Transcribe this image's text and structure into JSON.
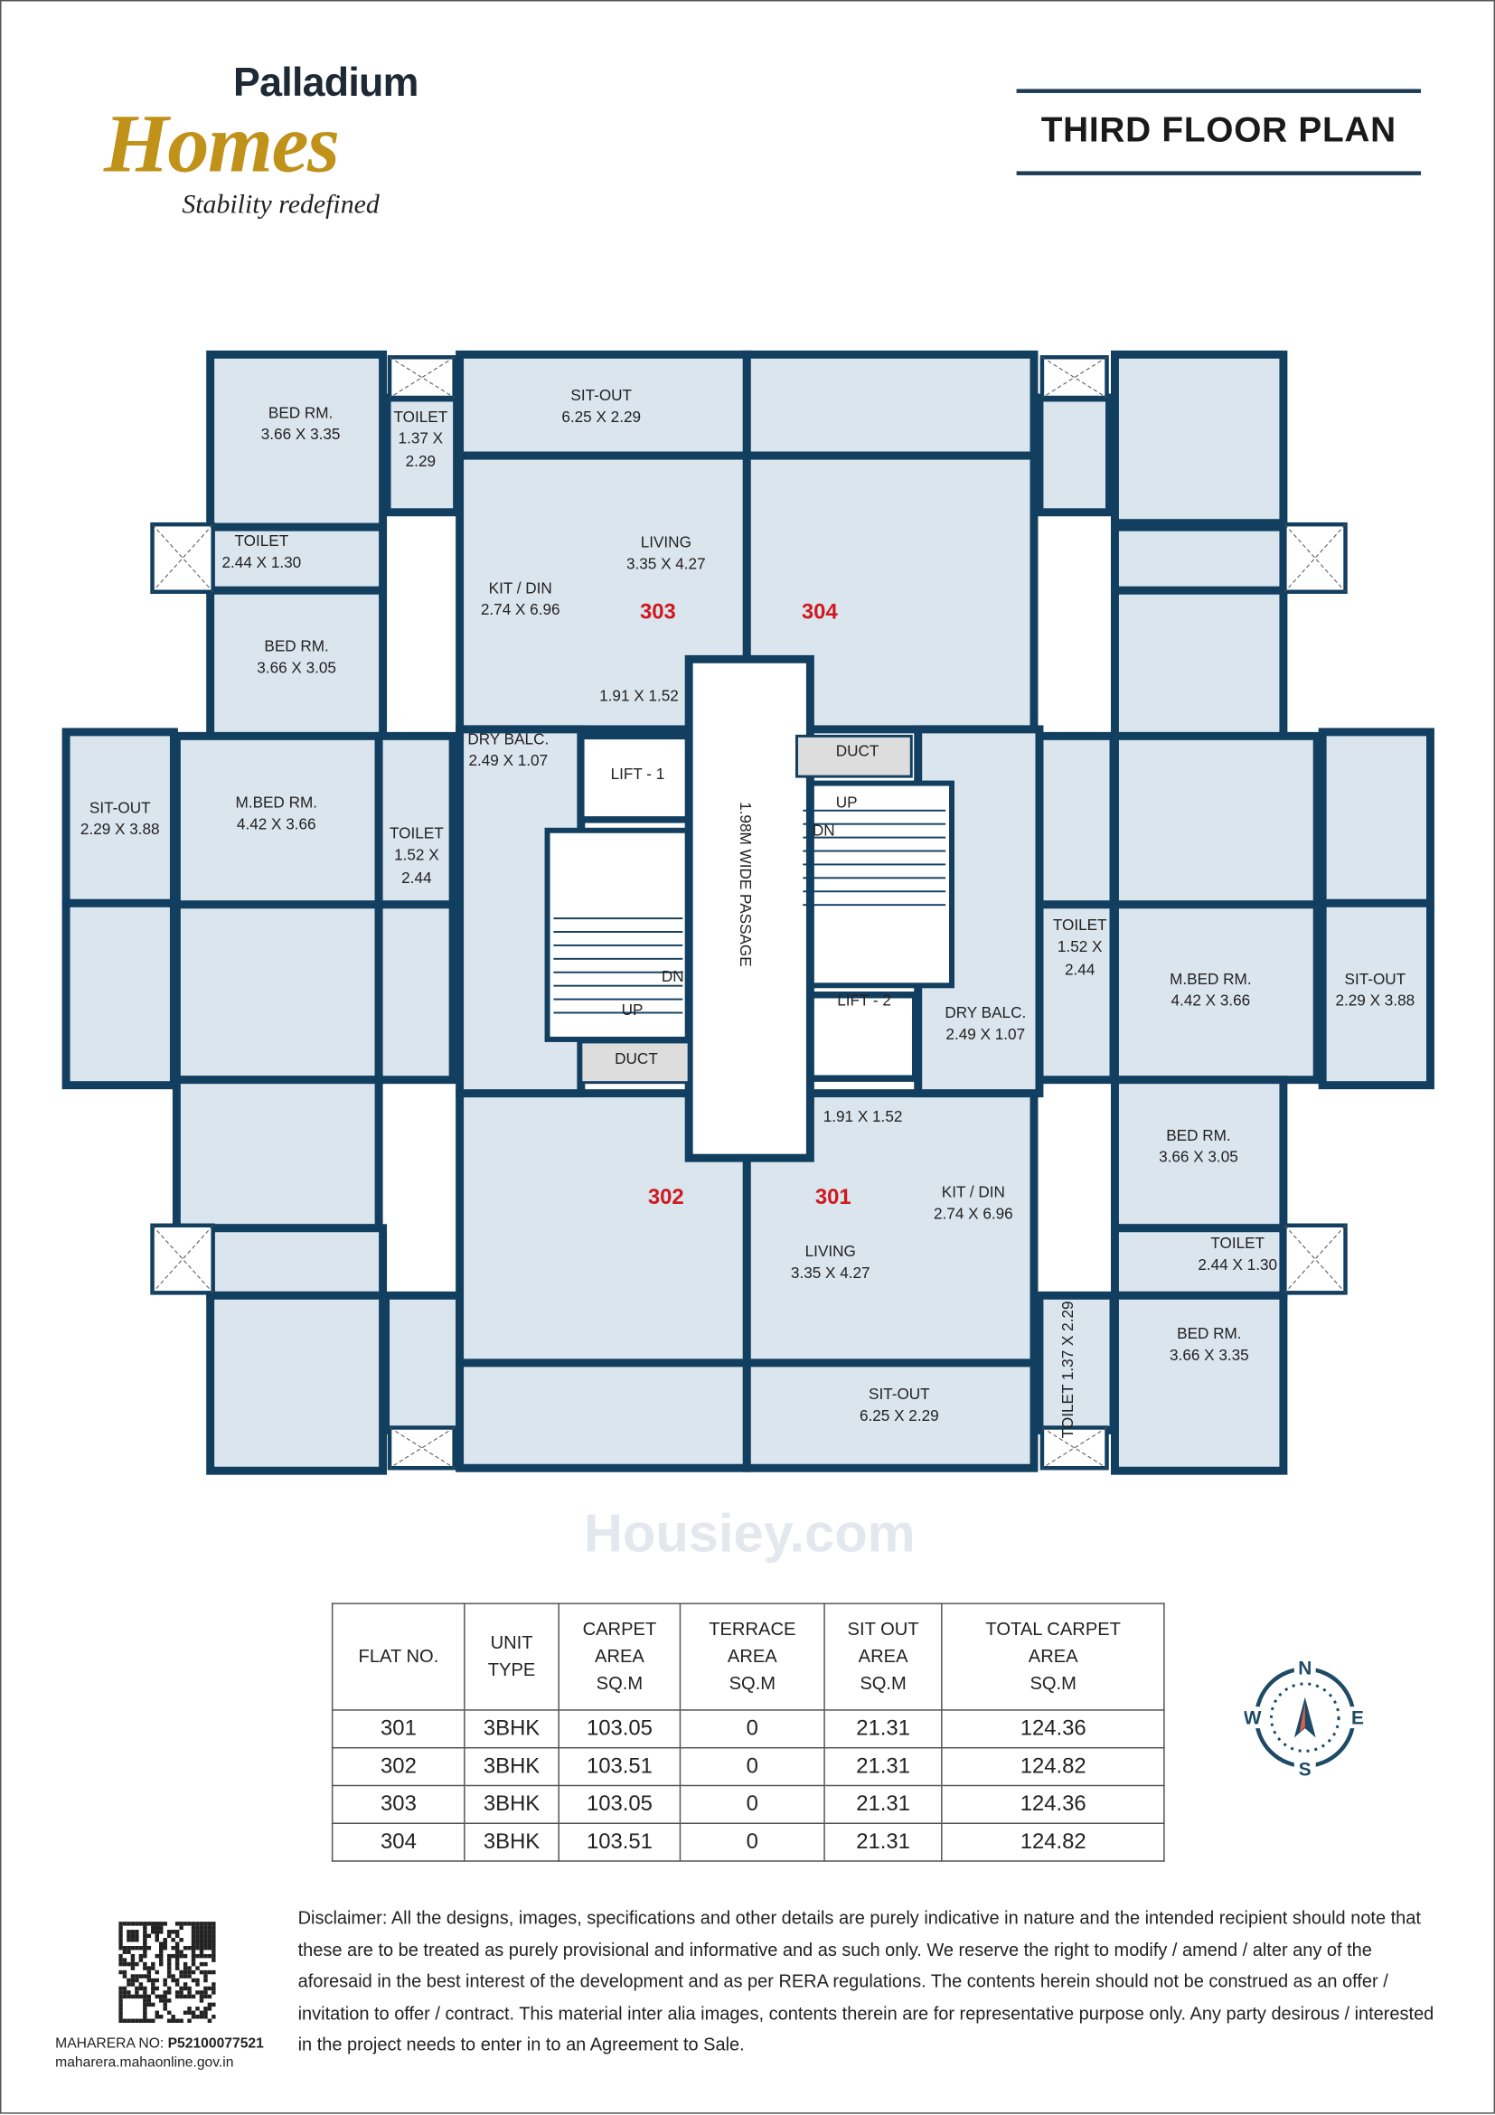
{
  "logo": {
    "brand_top": "Palladium",
    "brand_main": "Homes",
    "tagline": "Stability redefined"
  },
  "title": "THIRD FLOOR PLAN",
  "watermark": "Housiey.com",
  "colors": {
    "wall": "#123f5f",
    "room": "#dbe5ee",
    "unit_number": "#d0181f",
    "logo_gold": "#c0921a",
    "compass_arrow": "#e0614a"
  },
  "plan": {
    "labels": [
      {
        "name": "BED RM.",
        "size": "3.66 X 3.35"
      },
      {
        "name": "TOILET",
        "size": "1.37 X",
        "size2": "2.29"
      },
      {
        "name": "SIT-OUT",
        "size": "6.25 X 2.29"
      },
      {
        "name": "LIVING",
        "size": "3.35 X 4.27"
      },
      {
        "name": "TOILET",
        "size": "2.44 X 1.30"
      },
      {
        "name": "KIT / DIN",
        "size": "2.74 X 6.96"
      },
      {
        "name": "BED RM.",
        "size": "3.66 X 3.05"
      },
      {
        "name": "",
        "size": "1.91 X 1.52"
      },
      {
        "name": "DRY BALC.",
        "size": "2.49 X 1.07"
      },
      {
        "name": "LIFT - 1"
      },
      {
        "name": "SIT-OUT",
        "size": "2.29 X 3.88"
      },
      {
        "name": "M.BED RM.",
        "size": "4.42 X 3.66"
      },
      {
        "name": "TOILET",
        "size": "1.52 X",
        "size2": "2.44"
      },
      {
        "name": "1.98M WIDE PASSAGE"
      },
      {
        "name": "DUCT"
      },
      {
        "name": "UP"
      },
      {
        "name": "DN"
      },
      {
        "name": "TOILET",
        "size": "1.52 X",
        "size2": "2.44"
      },
      {
        "name": "M.BED RM.",
        "size": "4.42 X 3.66"
      },
      {
        "name": "SIT-OUT",
        "size": "2.29 X 3.88"
      },
      {
        "name": "LIFT - 2"
      },
      {
        "name": "DRY BALC.",
        "size": "2.49 X 1.07"
      },
      {
        "name": "DN"
      },
      {
        "name": "UP"
      },
      {
        "name": "DUCT"
      },
      {
        "name": "",
        "size": "1.91 X 1.52"
      },
      {
        "name": "BED RM.",
        "size": "3.66 X 3.05"
      },
      {
        "name": "KIT / DIN",
        "size": "2.74 X 6.96"
      },
      {
        "name": "TOILET",
        "size": "2.44 X 1.30"
      },
      {
        "name": "LIVING",
        "size": "3.35 X 4.27"
      },
      {
        "name": "SIT-OUT",
        "size": "6.25 X 2.29"
      },
      {
        "name": "TOILET 1.37 X 2.29"
      },
      {
        "name": "BED RM.",
        "size": "3.66 X 3.35"
      }
    ],
    "units": [
      "303",
      "304",
      "302",
      "301"
    ]
  },
  "table": {
    "headers": [
      [
        "FLAT NO."
      ],
      [
        "UNIT",
        "TYPE"
      ],
      [
        "CARPET",
        "AREA",
        "SQ.M"
      ],
      [
        "TERRACE",
        "AREA",
        "SQ.M"
      ],
      [
        "SIT OUT",
        "AREA",
        "SQ.M"
      ],
      [
        "TOTAL CARPET",
        "AREA",
        "SQ.M"
      ]
    ],
    "rows": [
      [
        "301",
        "3BHK",
        "103.05",
        "0",
        "21.31",
        "124.36"
      ],
      [
        "302",
        "3BHK",
        "103.51",
        "0",
        "21.31",
        "124.82"
      ],
      [
        "303",
        "3BHK",
        "103.05",
        "0",
        "21.31",
        "124.36"
      ],
      [
        "304",
        "3BHK",
        "103.51",
        "0",
        "21.31",
        "124.82"
      ]
    ]
  },
  "compass": {
    "n": "N",
    "s": "S",
    "e": "E",
    "w": "W"
  },
  "rera": {
    "label": "MAHARERA NO:",
    "number": "P52100077521",
    "site": "maharera.mahaonline.gov.in"
  },
  "disclaimer": "Disclaimer: All the designs, images, specifications and other details are purely indicative in nature and the intended recipient should note that these are to be treated as purely provisional and informative and as such only. We reserve the right to modify / amend / alter any of the aforesaid in the best interest of the development and as per RERA regulations. The contents herein should not be construed as an offer / invitation to offer / contract. This material inter alia images, contents therein are for representative purpose only. Any party desirous / interested in the project needs to enter in to an Agreement to Sale."
}
